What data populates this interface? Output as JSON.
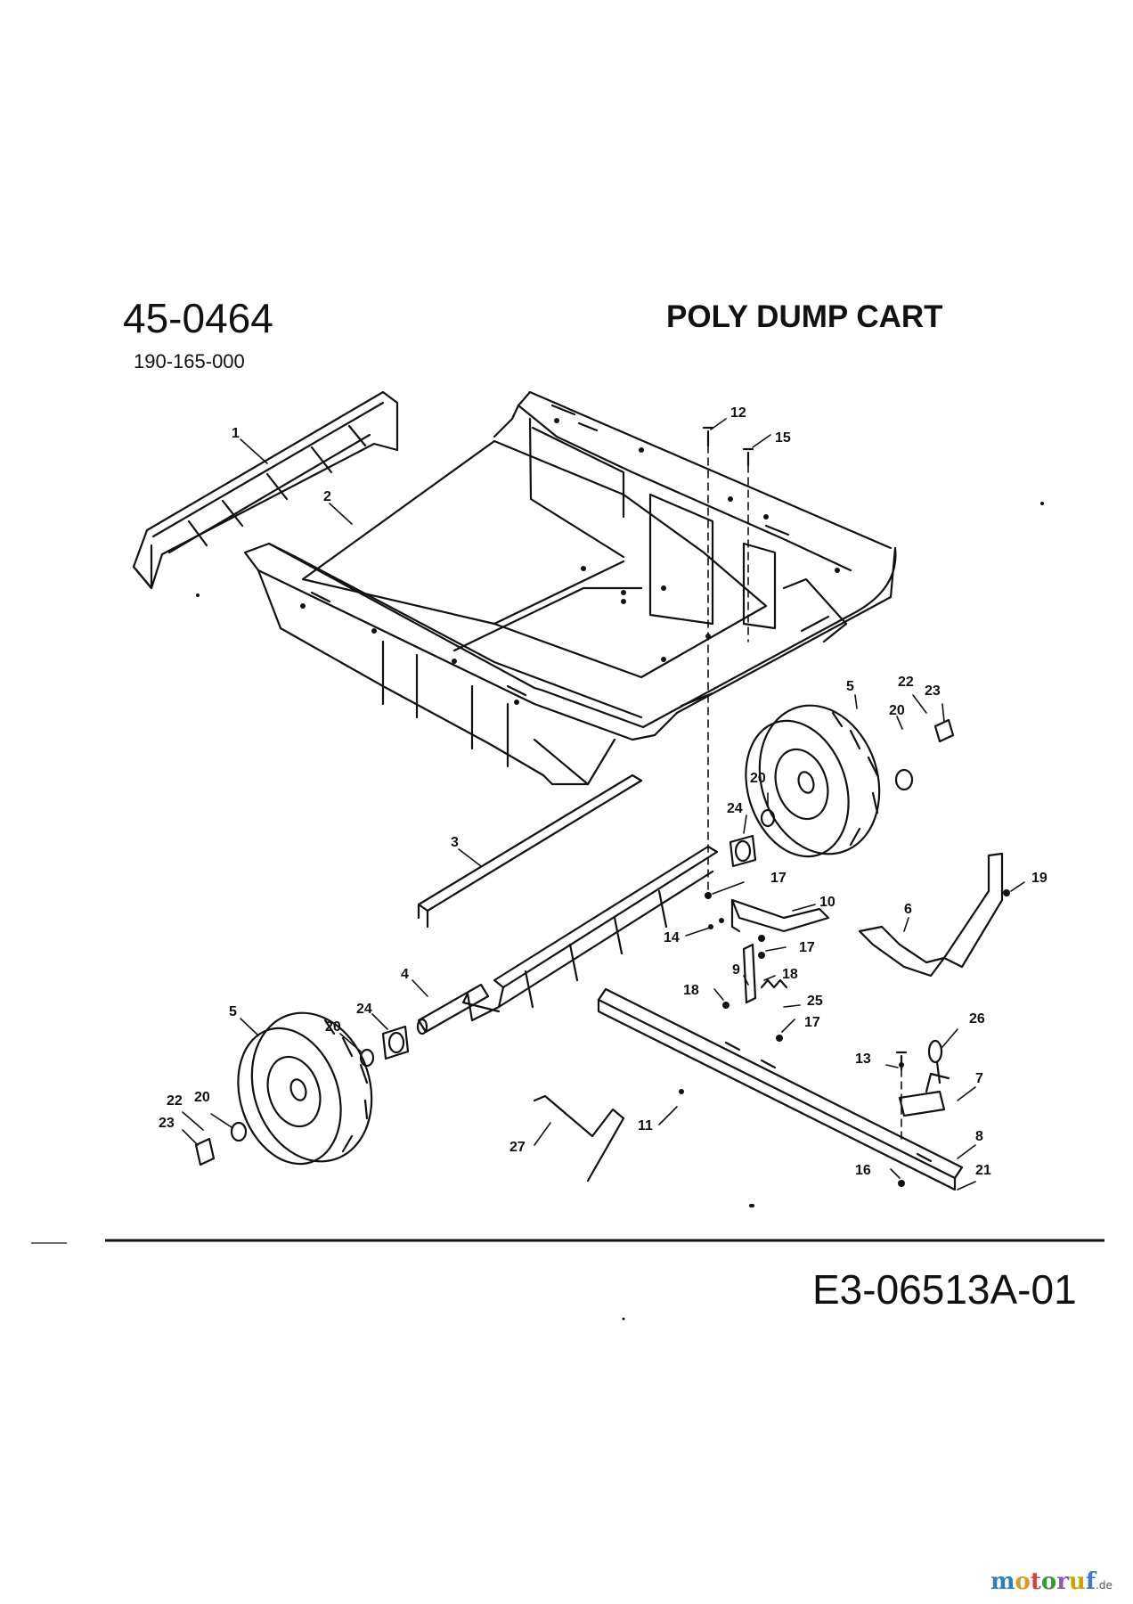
{
  "header": {
    "model": "45-0464",
    "part_code": "190-165-000",
    "title": "POLY DUMP CART"
  },
  "footer": {
    "doc_number": "E3-06513A-01",
    "brand": {
      "letters": [
        "m",
        "o",
        "t",
        "o",
        "r",
        "u",
        "f"
      ],
      "suffix": ".de"
    }
  },
  "callouts": [
    {
      "label": "1"
    },
    {
      "label": "2"
    },
    {
      "label": "3"
    },
    {
      "label": "4"
    },
    {
      "label": "5"
    },
    {
      "label": "5"
    },
    {
      "label": "6"
    },
    {
      "label": "7"
    },
    {
      "label": "8"
    },
    {
      "label": "9"
    },
    {
      "label": "10"
    },
    {
      "label": "11"
    },
    {
      "label": "12"
    },
    {
      "label": "13"
    },
    {
      "label": "14"
    },
    {
      "label": "15"
    },
    {
      "label": "16"
    },
    {
      "label": "17"
    },
    {
      "label": "17"
    },
    {
      "label": "17"
    },
    {
      "label": "18"
    },
    {
      "label": "18"
    },
    {
      "label": "19"
    },
    {
      "label": "20"
    },
    {
      "label": "20"
    },
    {
      "label": "20"
    },
    {
      "label": "20"
    },
    {
      "label": "21"
    },
    {
      "label": "22"
    },
    {
      "label": "22"
    },
    {
      "label": "23"
    },
    {
      "label": "23"
    },
    {
      "label": "24"
    },
    {
      "label": "24"
    },
    {
      "label": "25"
    },
    {
      "label": "26"
    },
    {
      "label": "27"
    }
  ]
}
